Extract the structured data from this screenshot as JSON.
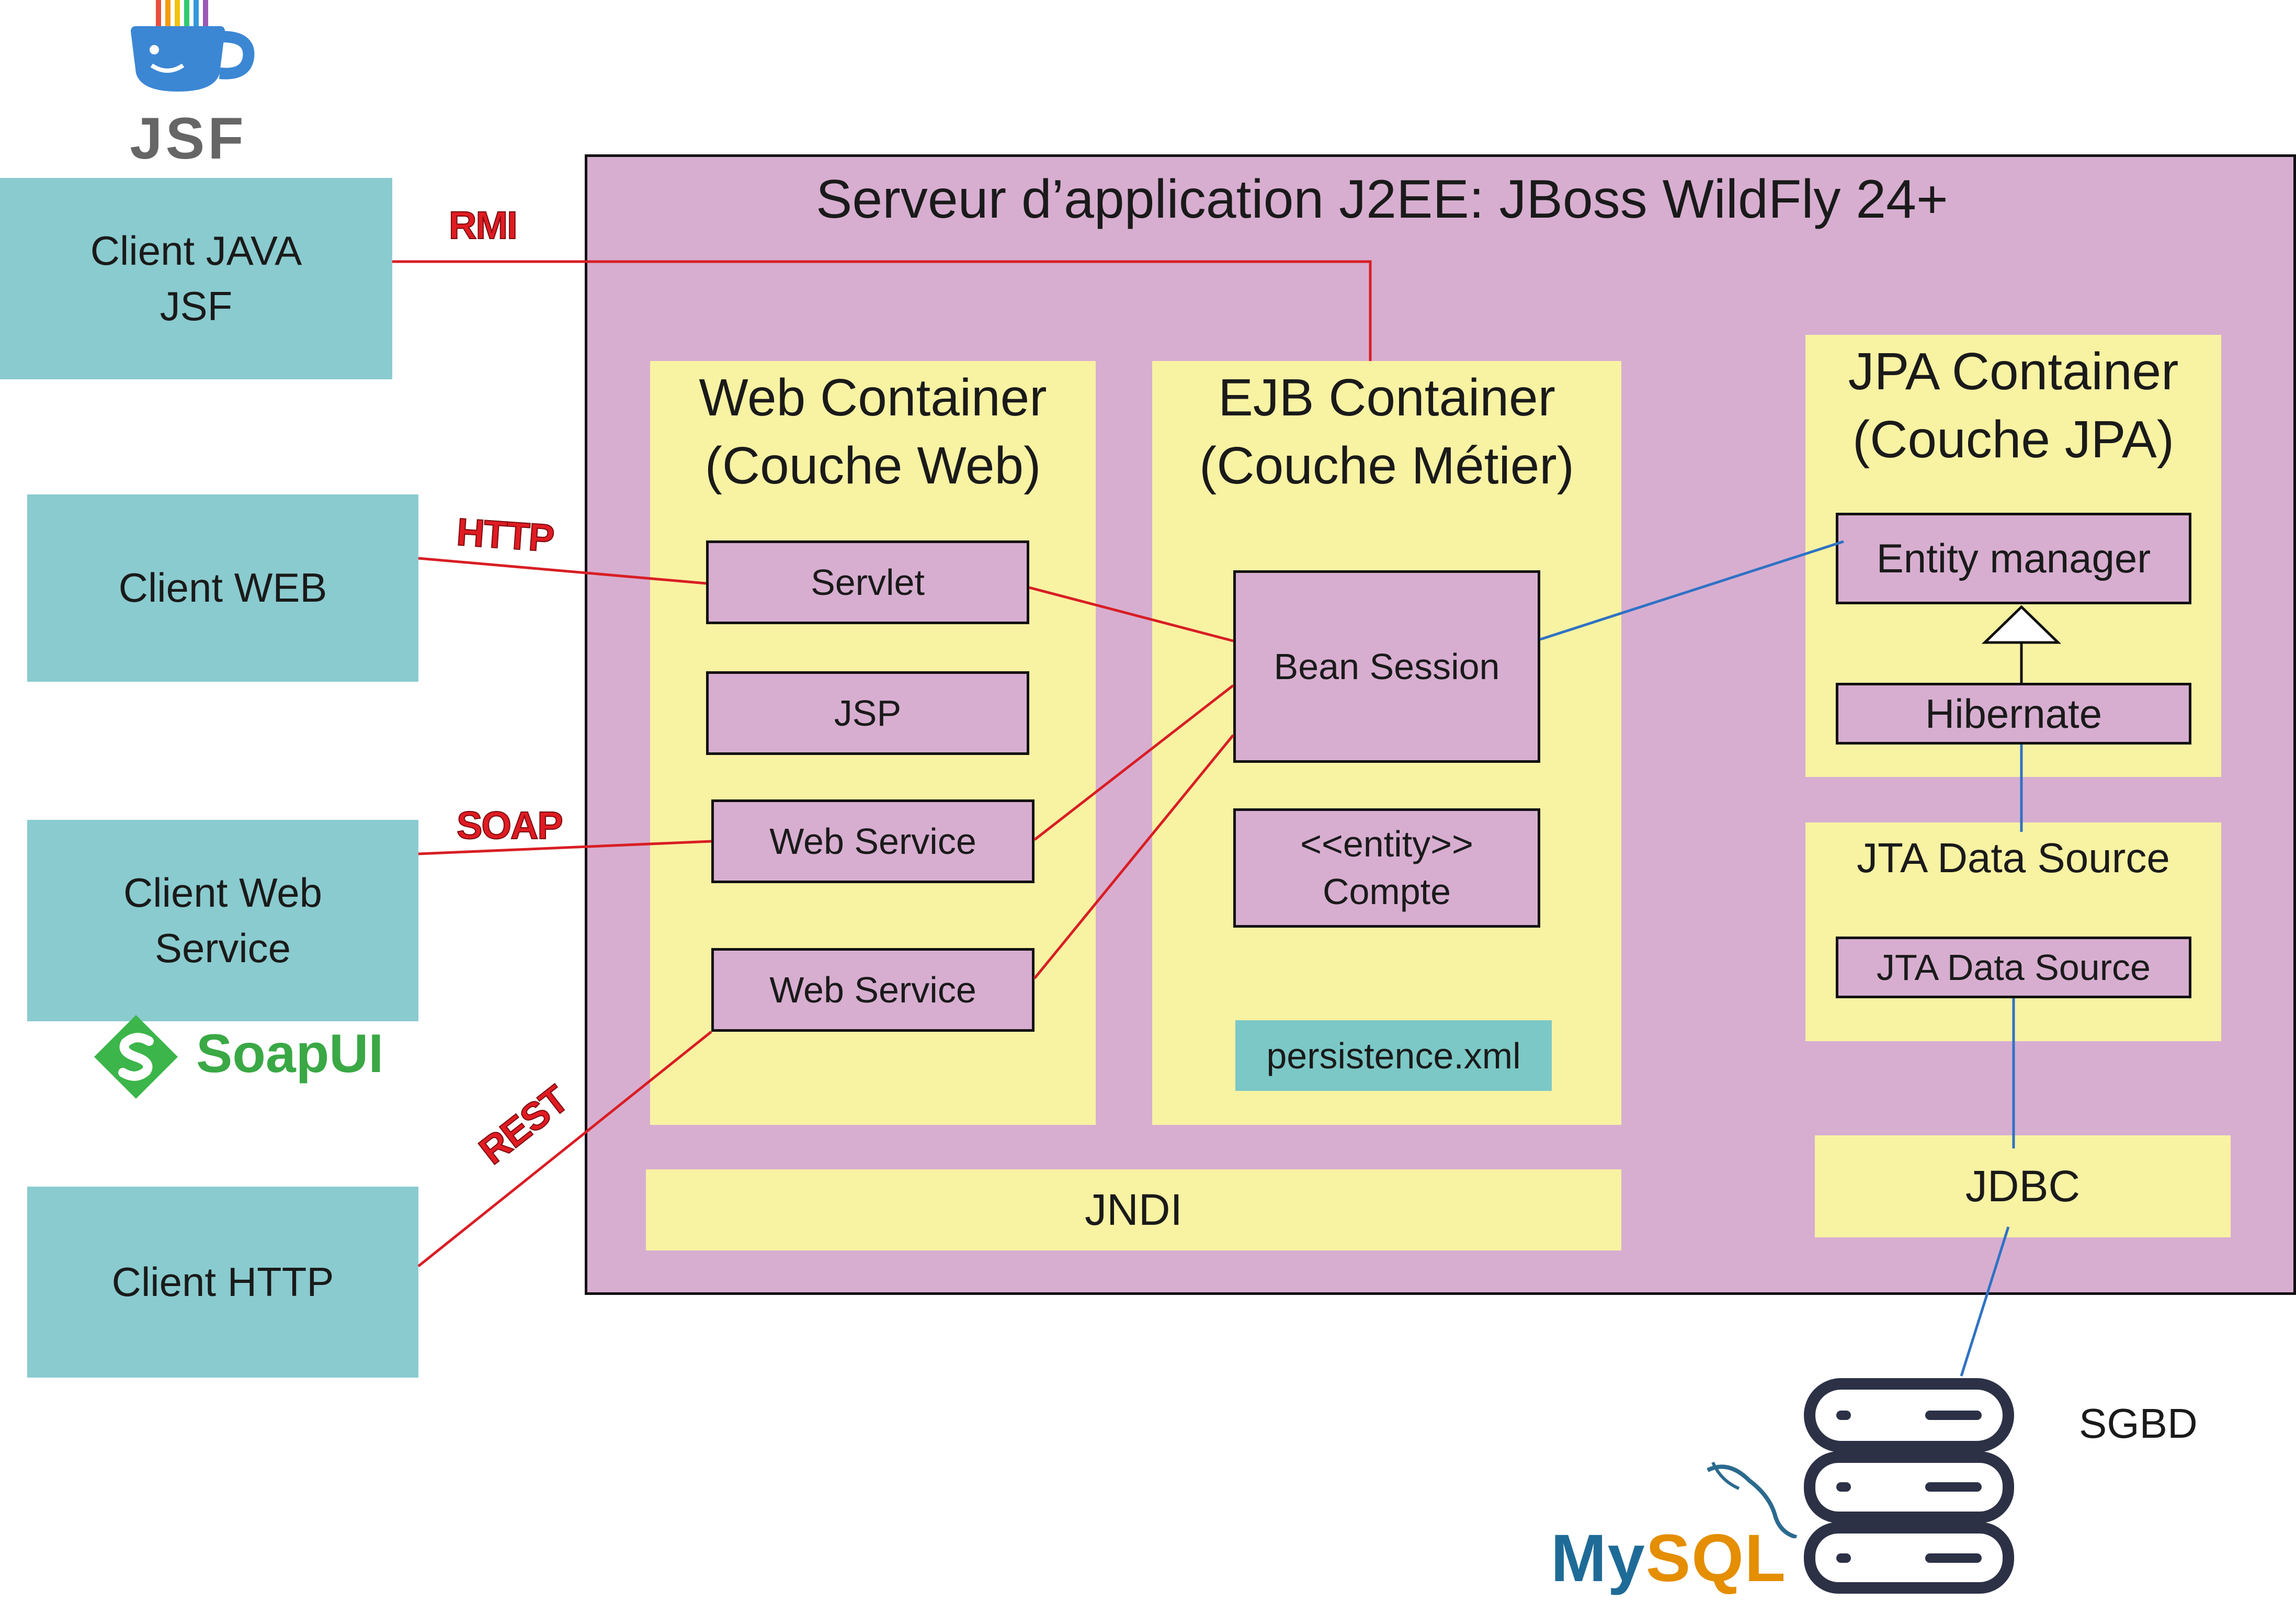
{
  "server": {
    "title": "Serveur d’application J2EE: JBoss WildFly 24+"
  },
  "clients": {
    "java": {
      "line1": "Client JAVA",
      "line2": "JSF"
    },
    "web": {
      "label": "Client WEB"
    },
    "webservice": {
      "line1": "Client Web",
      "line2": "Service"
    },
    "http": {
      "label": "Client HTTP"
    }
  },
  "protocols": {
    "rmi": "RMI",
    "http": "HTTP",
    "soap": "SOAP",
    "rest": "REST"
  },
  "web_container": {
    "title1": "Web Container",
    "title2": "(Couche Web)",
    "items": {
      "servlet": "Servlet",
      "jsp": "JSP",
      "ws1": "Web Service",
      "ws2": "Web Service"
    }
  },
  "ejb_container": {
    "title1": "EJB Container",
    "title2": "(Couche Métier)",
    "bean": "Bean Session",
    "entity1": "<<entity>>",
    "entity2": "Compte",
    "persistence": "persistence.xml"
  },
  "jpa_container": {
    "title1": "JPA Container",
    "title2": "(Couche JPA)",
    "entity_manager": "Entity manager",
    "hibernate": "Hibernate"
  },
  "jta": {
    "title": "JTA Data Source",
    "item": "JTA Data Source"
  },
  "jndi": "JNDI",
  "jdbc": "JDBC",
  "sgbd": "SGBD",
  "logos": {
    "jsf": "JSF",
    "soapui": "SoapUI",
    "mysql": "MySQL"
  },
  "colors": {
    "client": "#8acbcf",
    "server": "#d7aed0",
    "container": "#f8f2a3",
    "red_wire": "#d81e24",
    "blue_wire": "#2f72c4",
    "persistence": "#7cc8c6"
  }
}
